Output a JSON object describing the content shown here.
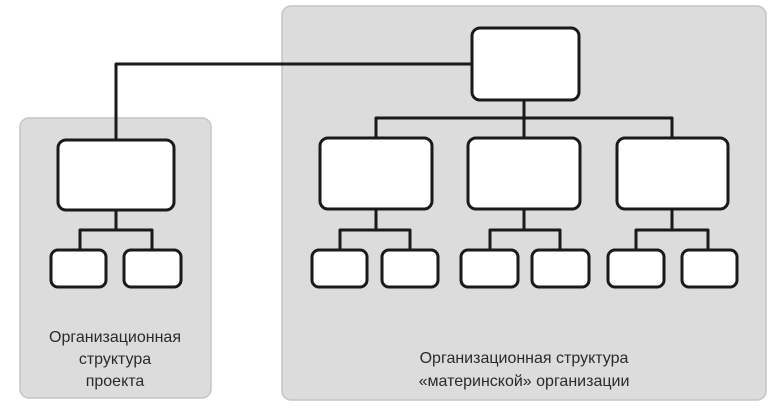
{
  "panels": {
    "project": {
      "caption_line1": "Организационная",
      "caption_line2": "структура",
      "caption_line3": "проекта"
    },
    "parent": {
      "caption_line1": "Организационная структура",
      "caption_line2": "«материнской» организации"
    }
  },
  "colors": {
    "panel_fill": "#dcdcdc",
    "node_fill": "#ffffff",
    "line": "#1a1a1a",
    "text": "#2a2a2a"
  }
}
